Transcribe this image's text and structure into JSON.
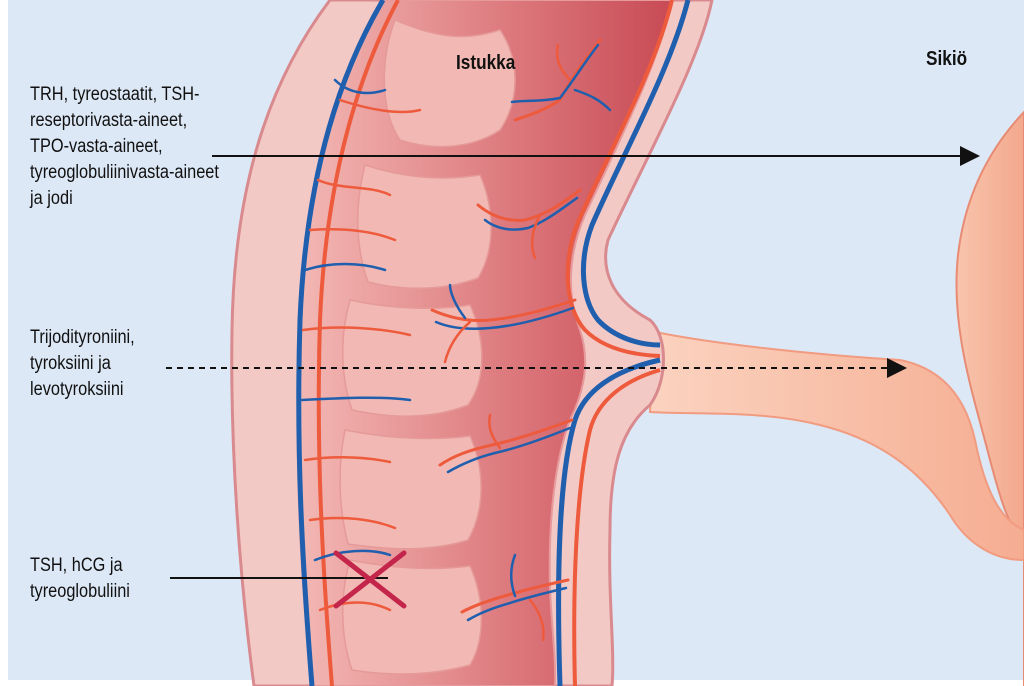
{
  "titles": {
    "placenta": "Istukka",
    "fetus": "Sikiö"
  },
  "labels": {
    "passes": "TRH, tyreostaatit, TSH-\nreseptorivasta-aineet,\nTPO-vasta-aineet,\ntyreoglobuliinivasta-aineet\nja jodi",
    "partial": "Trijodityroniini,\ntyroksiini ja\nlevotyroksiini",
    "blocked": "TSH, hCG ja\ntyreoglobuliini"
  },
  "colors": {
    "background": "#dde8f6",
    "placenta_outer": "#f2c8c4",
    "placenta_inner": "#d2565c",
    "artery": "#ee5a3c",
    "vein": "#1f5fae",
    "cord": "#f8bba0",
    "blocked_mark": "#c4254a"
  }
}
